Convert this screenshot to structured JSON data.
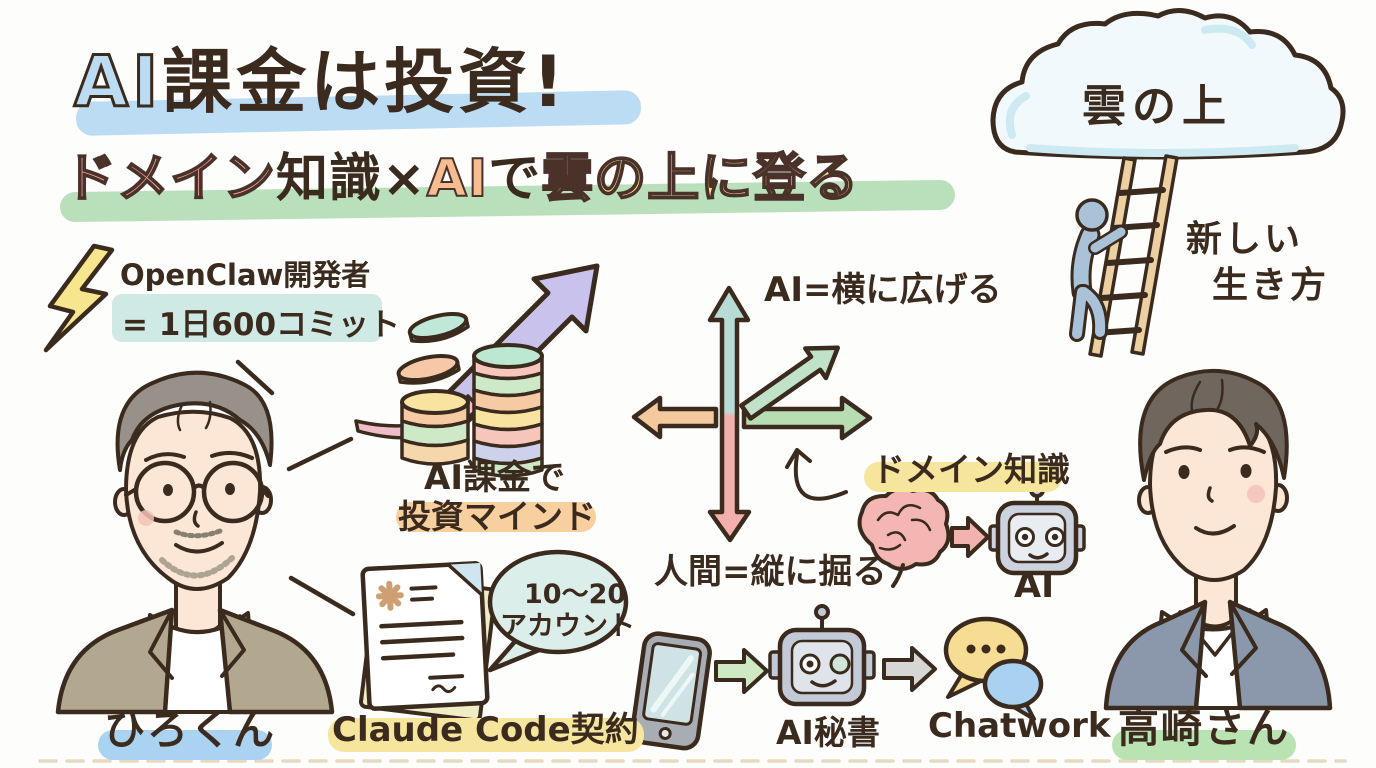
{
  "palette": {
    "ink": "#3b2a1e",
    "title_ai_blue": "#bcdcf3",
    "blue_highlight": "#bcdcf3",
    "pink_text": "#f2a79e",
    "orange_text": "#f6bd92",
    "yellow_text": "#f5df8e",
    "green_highlight": "#b9e0ba",
    "teal_highlight": "#cfe9e4",
    "orange_highlight": "#f8cf9f",
    "yellow_highlight": "#f6e59d",
    "blue_pill": "#a9d3f0",
    "green_pill": "#b9e3b2",
    "arrow_up_teal": "#b7dcd6",
    "arrow_down_pink": "#f2b0ac",
    "arrow_left_orange": "#f5c99e",
    "arrow_right_green": "#b9ddb2",
    "growth_arrow_purple": "#c9c2ec"
  },
  "title": {
    "ai": "AI",
    "rest": "課金は投資!"
  },
  "subtitle": {
    "part1": "ドメイン",
    "part2": "知識×",
    "part3": "AI",
    "part4": "で",
    "part5": "雲の上に登る"
  },
  "cloud": {
    "label": "雲の上",
    "side_note_line1": "新しい",
    "side_note_line2": "生き方"
  },
  "openclaw": {
    "line1": "OpenClaw開発者",
    "line2": "= 1日600コミット"
  },
  "investment": {
    "line1": "AI課金で",
    "line2": "投資マインド"
  },
  "axes": {
    "top_label": "AI=横に広げる",
    "bottom_label": "人間=縦に掘る"
  },
  "domain_knowledge": {
    "label": "ドメイン知識",
    "ai_label": "AI"
  },
  "contract": {
    "label": "Claude Code契約",
    "bubble_line1": "10〜20",
    "bubble_line2": "アカウント"
  },
  "secretary_flow": {
    "robot_label": "AI秘書",
    "chat_label": "Chatwork"
  },
  "people": {
    "left_name": "ひろくん",
    "right_name": "高崎さん"
  }
}
